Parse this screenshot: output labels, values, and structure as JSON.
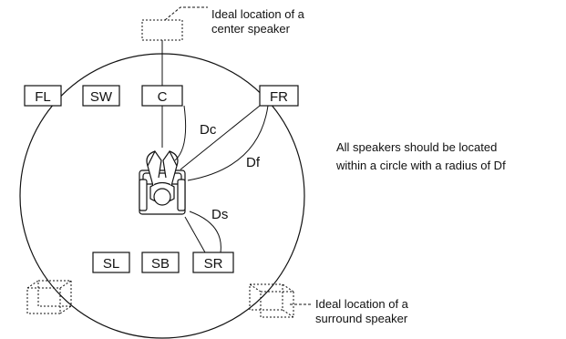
{
  "diagram": {
    "speakers": {
      "fl": "FL",
      "sw": "SW",
      "c": "C",
      "fr": "FR",
      "sl": "SL",
      "sb": "SB",
      "sr": "SR"
    },
    "distances": {
      "dc": "Dc",
      "df": "Df",
      "ds": "Ds"
    },
    "callouts": {
      "center_line1": "Ideal location of a",
      "center_line2": "center speaker",
      "surround_line1": "Ideal location of a",
      "surround_line2": "surround speaker"
    },
    "note": {
      "line1": "All speakers should be located",
      "line2": "within a circle with a radius of Df"
    }
  }
}
